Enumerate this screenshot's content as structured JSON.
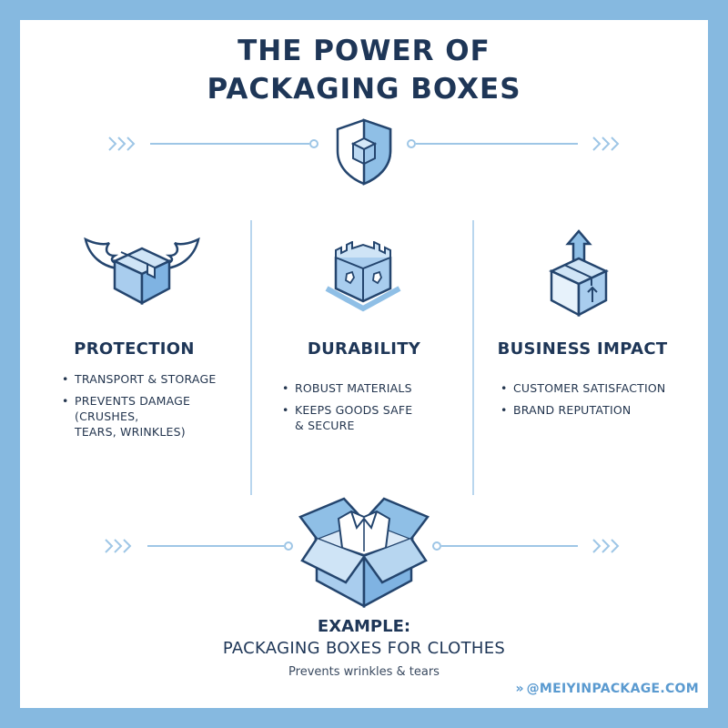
{
  "header": {
    "title_line1": "THE POWER OF",
    "title_line2": "PACKAGING BOXES"
  },
  "columns": [
    {
      "title": "PROTECTION",
      "icon": "winged-box-icon",
      "bullets": [
        "TRANSPORT & STORAGE",
        "PREVENTS DAMAGE\n(CRUSHES,\nTEARS, WRINKLES)"
      ]
    },
    {
      "title": "DURABILITY",
      "icon": "fortress-box-icon",
      "bullets": [
        "ROBUST MATERIALS",
        "KEEPS GOODS SAFE\n& SECURE"
      ]
    },
    {
      "title": "BUSINESS IMPACT",
      "icon": "box-arrow-up-icon",
      "bullets": [
        "CUSTOMER SATISFACTION",
        "BRAND REPUTATION"
      ]
    }
  ],
  "example": {
    "icon": "open-box-shirt-icon",
    "title": "EXAMPLE:",
    "subtitle": "PACKAGING BOXES FOR CLOTHES",
    "note": "Prevents wrinkles & tears"
  },
  "watermark": "@MEIYINPACKAGE.COM",
  "colors": {
    "frame": "#86b9e0",
    "navy": "#1e3657",
    "accent": "#5a9ad0",
    "line": "#9ec6e6"
  }
}
